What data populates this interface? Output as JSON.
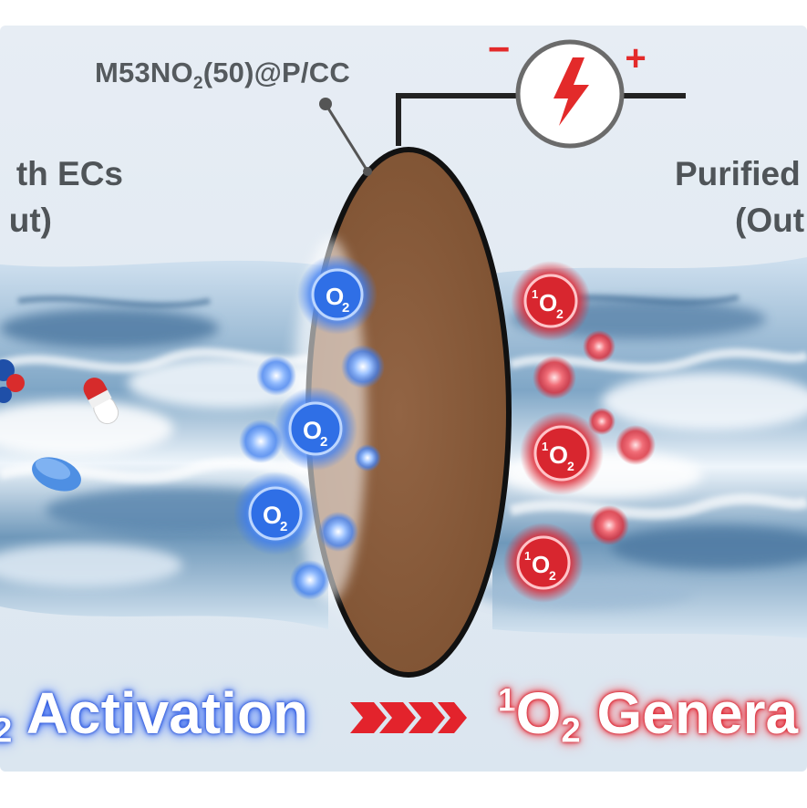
{
  "labels": {
    "electrode": {
      "main": "M53NO",
      "sub": "2",
      "rest": "(50)@P/CC"
    },
    "left_line1": "th ECs",
    "left_line2": "ut)",
    "right_line1": "Purified",
    "right_line2": "(Out",
    "activation": {
      "sub_digit": "2",
      "word": "Activation"
    },
    "generation": {
      "sup": "1",
      "main": "O",
      "sub": "2",
      "word": "Genera"
    }
  },
  "molecules": {
    "o2": {
      "main": "O",
      "sub": "2"
    },
    "singlet": {
      "sup": "1",
      "main": "O",
      "sub": "2"
    }
  },
  "power_source": {
    "minus": "−",
    "plus": "+"
  },
  "colors": {
    "electrode_fill": "#8b5e3c",
    "blue_glow": "#3a78f2",
    "red_glow": "#e0303c",
    "label_text": "#555a5e",
    "arrow_red": "#e3232c"
  }
}
